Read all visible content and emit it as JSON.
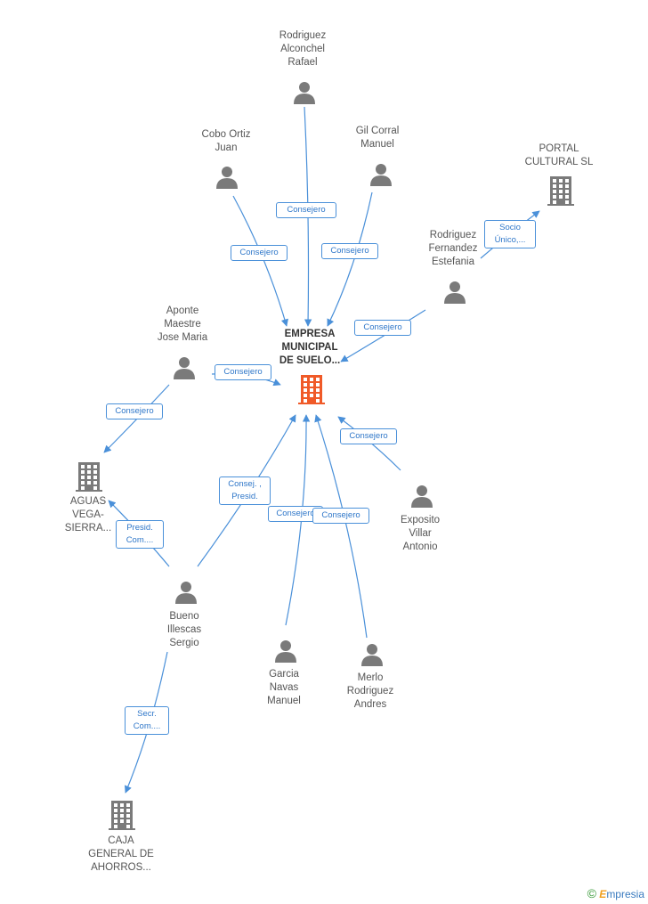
{
  "colors": {
    "edge": "#4a90d9",
    "person": "#7a7a7a",
    "company": "#7a7a7a",
    "company_highlight": "#f05a28",
    "label_text": "#555555"
  },
  "nodes": [
    {
      "id": "center",
      "type": "company",
      "highlight": true,
      "label": "EMPRESA MUNICIPAL DE SUELO...",
      "lines": [
        "EMPRESA",
        "MUNICIPAL",
        "DE SUELO..."
      ]
    },
    {
      "id": "rodriguez_alconchel",
      "type": "person",
      "lines": [
        "Rodriguez",
        "Alconchel",
        "Rafael"
      ]
    },
    {
      "id": "cobo_ortiz",
      "type": "person",
      "lines": [
        "Cobo Ortiz",
        "Juan"
      ]
    },
    {
      "id": "gil_corral",
      "type": "person",
      "lines": [
        "Gil Corral",
        "Manuel"
      ]
    },
    {
      "id": "portal_cultural",
      "type": "company",
      "lines": [
        "PORTAL",
        "CULTURAL SL"
      ]
    },
    {
      "id": "rodriguez_fernandez",
      "type": "person",
      "lines": [
        "Rodriguez",
        "Fernandez",
        "Estefania"
      ]
    },
    {
      "id": "aponte_maestre",
      "type": "person",
      "lines": [
        "Aponte",
        "Maestre",
        "Jose Maria"
      ]
    },
    {
      "id": "aguas_vega",
      "type": "company",
      "lines": [
        "AGUAS",
        "VEGA-",
        "SIERRA..."
      ]
    },
    {
      "id": "exposito_villar",
      "type": "person",
      "lines": [
        "Exposito",
        "Villar",
        "Antonio"
      ]
    },
    {
      "id": "bueno_illescas",
      "type": "person",
      "lines": [
        "Bueno",
        "Illescas",
        "Sergio"
      ]
    },
    {
      "id": "garcia_navas",
      "type": "person",
      "lines": [
        "Garcia",
        "Navas",
        "Manuel"
      ]
    },
    {
      "id": "merlo_rodriguez",
      "type": "person",
      "lines": [
        "Merlo",
        "Rodriguez",
        "Andres"
      ]
    },
    {
      "id": "caja_general",
      "type": "company",
      "lines": [
        "CAJA",
        "GENERAL DE",
        "AHORROS..."
      ]
    }
  ],
  "edges": [
    {
      "from": "rodriguez_alconchel",
      "to": "center",
      "label": [
        "Consejero"
      ]
    },
    {
      "from": "cobo_ortiz",
      "to": "center",
      "label": [
        "Consejero"
      ]
    },
    {
      "from": "gil_corral",
      "to": "center",
      "label": [
        "Consejero"
      ]
    },
    {
      "from": "rodriguez_fernandez",
      "to": "portal_cultural",
      "label": [
        "Socio",
        "Único,..."
      ]
    },
    {
      "from": "rodriguez_fernandez",
      "to": "center",
      "label": [
        "Consejero"
      ]
    },
    {
      "from": "aponte_maestre",
      "to": "center",
      "label": [
        "Consejero"
      ]
    },
    {
      "from": "aponte_maestre",
      "to": "aguas_vega",
      "label": [
        "Consejero"
      ]
    },
    {
      "from": "exposito_villar",
      "to": "center",
      "label": [
        "Consejero"
      ]
    },
    {
      "from": "bueno_illescas",
      "to": "center",
      "label": [
        "Consej. ,",
        "Presid."
      ]
    },
    {
      "from": "bueno_illescas",
      "to": "aguas_vega",
      "label": [
        "Presid.",
        "Com...."
      ]
    },
    {
      "from": "garcia_navas",
      "to": "center",
      "label": [
        "Consejero"
      ]
    },
    {
      "from": "merlo_rodriguez",
      "to": "center",
      "label": [
        "Consejero"
      ]
    },
    {
      "from": "bueno_illescas",
      "to": "caja_general",
      "label": [
        "Secr.",
        "Com...."
      ]
    }
  ],
  "footer": {
    "copyright": "©",
    "brand_initial": "E",
    "brand_rest": "mpresia"
  }
}
